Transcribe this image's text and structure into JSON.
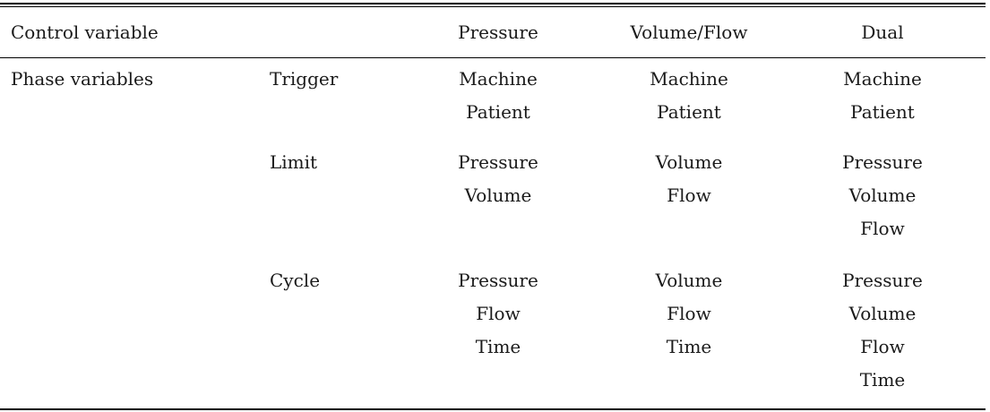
{
  "header": {
    "control_variable": "Control variable",
    "columns": [
      "Pressure",
      "Volume/Flow",
      "Dual"
    ]
  },
  "body": {
    "row_label": "Phase variables",
    "rows": [
      {
        "phase": "Trigger",
        "pressure": [
          "Machine",
          "Patient"
        ],
        "volume_flow": [
          "Machine",
          "Patient"
        ],
        "dual": [
          "Machine",
          "Patient"
        ]
      },
      {
        "phase": "Limit",
        "pressure": [
          "Pressure",
          "Volume"
        ],
        "volume_flow": [
          "Volume",
          "Flow"
        ],
        "dual": [
          "Pressure",
          "Volume",
          "Flow"
        ]
      },
      {
        "phase": "Cycle",
        "pressure": [
          "Pressure",
          "Flow",
          "Time"
        ],
        "volume_flow": [
          "Volume",
          "Flow",
          "Time"
        ],
        "dual": [
          "Pressure",
          "Volume",
          "Flow",
          "Time"
        ]
      }
    ]
  }
}
